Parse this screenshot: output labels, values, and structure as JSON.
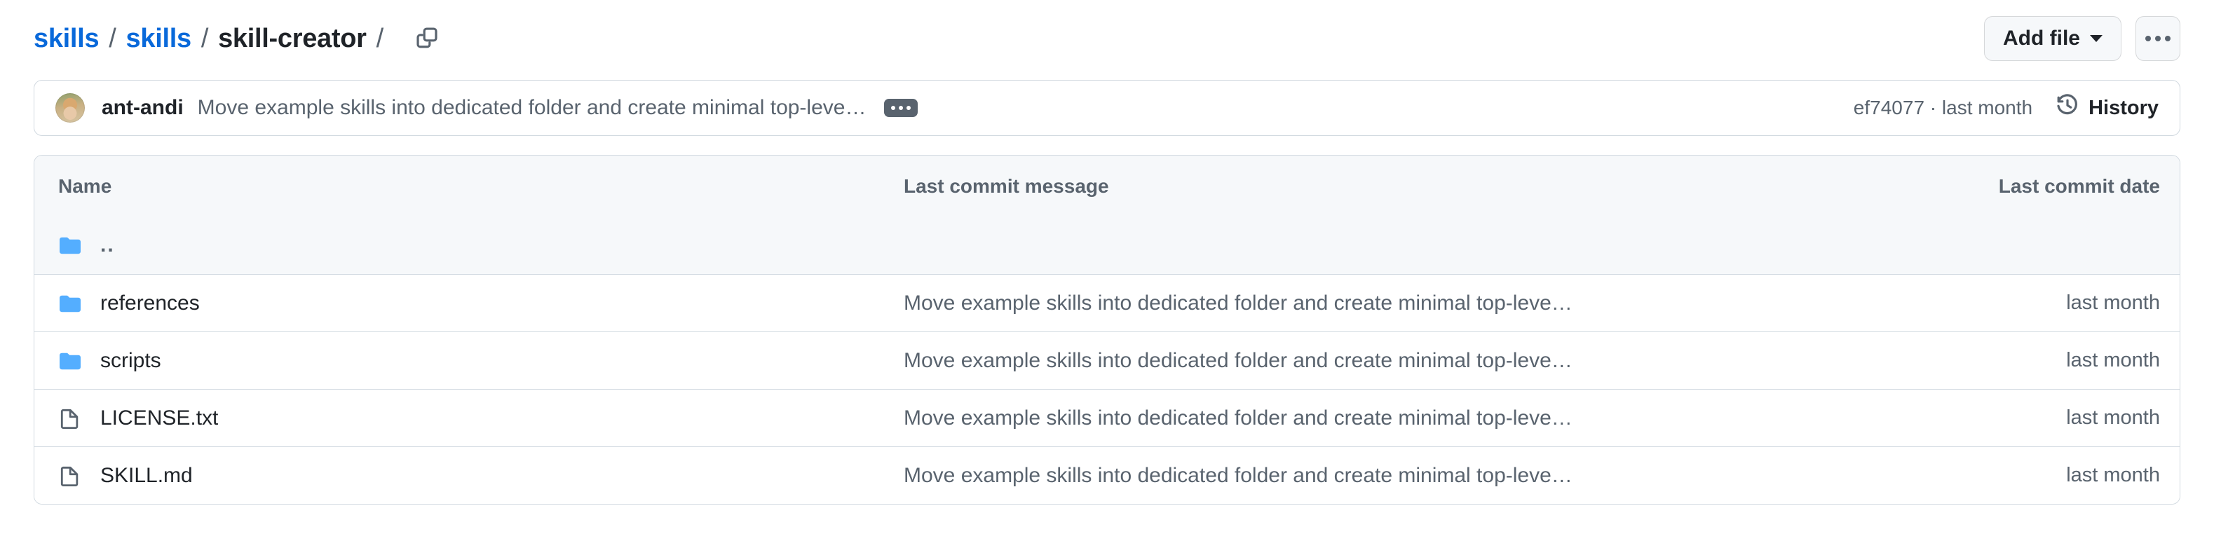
{
  "breadcrumb": {
    "segments": [
      {
        "label": "skills",
        "type": "link"
      },
      {
        "label": "skills",
        "type": "link"
      },
      {
        "label": "skill-creator",
        "type": "current"
      }
    ],
    "separator": "/",
    "trailing_separator": "/",
    "copy_icon": "copy-path-icon"
  },
  "header_actions": {
    "add_file_label": "Add file",
    "add_file_caret_icon": "chevron-down-icon",
    "overflow_icon": "kebab-horizontal-icon"
  },
  "latest_commit": {
    "avatar_icon": "author-avatar",
    "author": "ant-andi",
    "message": "Move example skills into dedicated folder and create minimal top-leve…",
    "expand_icon": "ellipsis-expand-icon",
    "sha": "ef74077",
    "separator": "·",
    "relative_time": "last month",
    "history_icon": "history-clock-icon",
    "history_label": "History"
  },
  "file_table": {
    "columns": {
      "name": "Name",
      "message": "Last commit message",
      "date": "Last commit date"
    },
    "rows": [
      {
        "icon": "folder-icon",
        "kind": "folder",
        "name": "..",
        "is_parent": true,
        "message": "",
        "date": ""
      },
      {
        "icon": "folder-icon",
        "kind": "folder",
        "name": "references",
        "is_parent": false,
        "message": "Move example skills into dedicated folder and create minimal top-leve…",
        "date": "last month"
      },
      {
        "icon": "folder-icon",
        "kind": "folder",
        "name": "scripts",
        "is_parent": false,
        "message": "Move example skills into dedicated folder and create minimal top-leve…",
        "date": "last month"
      },
      {
        "icon": "file-icon",
        "kind": "file",
        "name": "LICENSE.txt",
        "is_parent": false,
        "message": "Move example skills into dedicated folder and create minimal top-leve…",
        "date": "last month"
      },
      {
        "icon": "file-icon",
        "kind": "file",
        "name": "SKILL.md",
        "is_parent": false,
        "message": "Move example skills into dedicated folder and create minimal top-leve…",
        "date": "last month"
      }
    ]
  },
  "colors": {
    "link": "#0969da",
    "text": "#1f2328",
    "muted": "#59636e",
    "border": "#d1d9e0",
    "surface_subtle": "#f6f8fa",
    "folder": "#54aeff",
    "background": "#ffffff"
  }
}
